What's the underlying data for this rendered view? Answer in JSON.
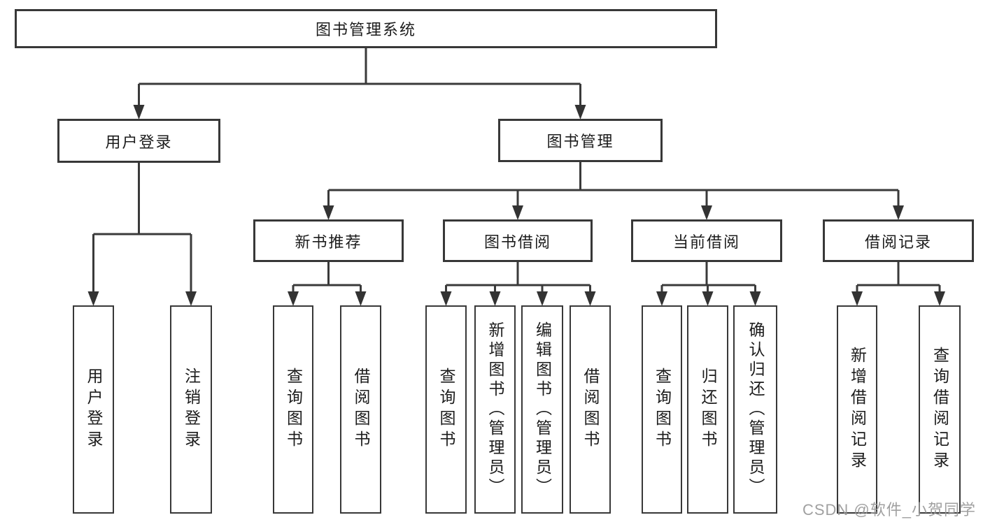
{
  "colors": {
    "line": "#3a3a3a",
    "border": "#383838",
    "text": "#1c1c1c",
    "watermark": "#969696",
    "background": "#ffffff"
  },
  "watermark": {
    "text": "CSDN @软件_小贺同学"
  },
  "tree": {
    "label": "图书管理系统",
    "children": [
      {
        "label": "用户登录",
        "children": [
          {
            "label": "用户登录"
          },
          {
            "label": "注销登录"
          }
        ]
      },
      {
        "label": "图书管理",
        "children": [
          {
            "label": "新书推荐",
            "children": [
              {
                "label": "查询图书"
              },
              {
                "label": "借阅图书"
              }
            ]
          },
          {
            "label": "图书借阅",
            "children": [
              {
                "label": "查询图书"
              },
              {
                "label": "新增图书（管理员）"
              },
              {
                "label": "编辑图书（管理员）"
              },
              {
                "label": "借阅图书"
              }
            ]
          },
          {
            "label": "当前借阅",
            "children": [
              {
                "label": "查询图书"
              },
              {
                "label": "归还图书"
              },
              {
                "label": "确认归还（管理员）"
              }
            ]
          },
          {
            "label": "借阅记录",
            "children": [
              {
                "label": "新增借阅记录"
              },
              {
                "label": "查询借阅记录"
              }
            ]
          }
        ]
      }
    ]
  }
}
